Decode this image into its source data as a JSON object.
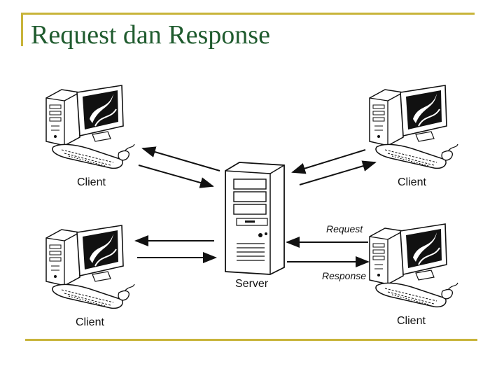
{
  "slide": {
    "title": "Request dan Response",
    "accent_color": "#c8b43a",
    "title_color": "#1f5b2e"
  },
  "diagram": {
    "server_label": "Server",
    "clients": [
      {
        "label": "Client"
      },
      {
        "label": "Client"
      },
      {
        "label": "Client"
      },
      {
        "label": "Client"
      }
    ],
    "request_label": "Request",
    "response_label": "Response"
  }
}
